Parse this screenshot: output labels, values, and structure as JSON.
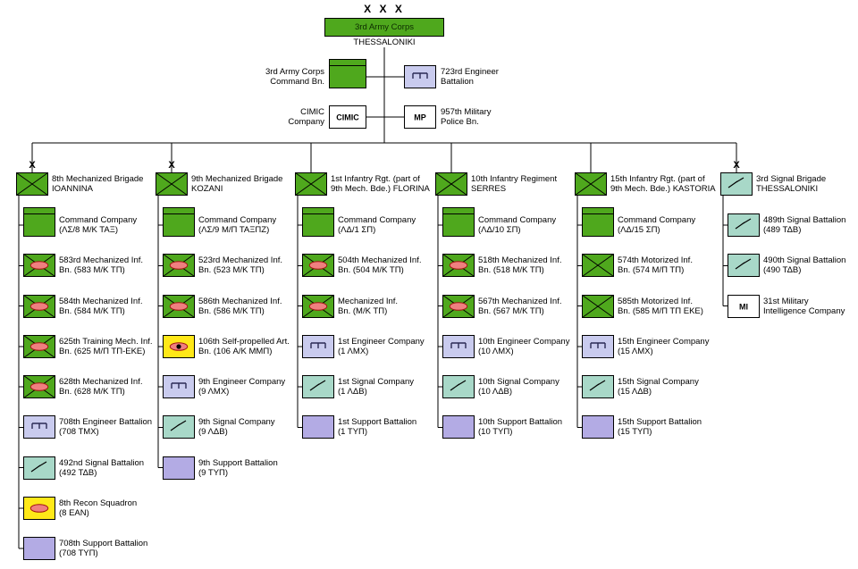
{
  "colors": {
    "green": "#4FA81D",
    "teal": "#A8D8C8",
    "lavender": "#C9CBEE",
    "purple": "#B3ABE4",
    "yellow": "#FFE818",
    "white": "#FFFFFF",
    "track_fill": "#EF7F7F",
    "track_stroke": "#A01212",
    "engineer_symbol": "#2B2B55",
    "line": "#000000"
  },
  "root": {
    "echelon": "X X X",
    "name": "3rd Army Corps",
    "location": "THESSALONIKI"
  },
  "staff": [
    {
      "row": 0,
      "side": "left",
      "type": "hq",
      "label": [
        "3rd Army Corps",
        "Command Bn."
      ]
    },
    {
      "row": 0,
      "side": "right",
      "type": "engineer",
      "label": [
        "723rd Engineer",
        "Battalion"
      ]
    },
    {
      "row": 1,
      "side": "left",
      "type": "textbox",
      "text": "CIMIC",
      "label": [
        "CIMIC",
        "Company"
      ]
    },
    {
      "row": 1,
      "side": "right",
      "type": "textbox",
      "text": "MP",
      "label": [
        "957th Military",
        "Police Bn."
      ]
    }
  ],
  "columns": [
    {
      "echelon": "X",
      "head": {
        "type": "infantry",
        "label": [
          "8th Mechanized Brigade",
          "IOANNINA"
        ]
      },
      "children": [
        {
          "type": "hq",
          "label": [
            "Command Company",
            "(ΛΣ/8 Μ/Κ ΤΑΞ)"
          ]
        },
        {
          "type": "mech",
          "label": [
            "583rd Mechanized Inf.",
            "Bn. (583 Μ/Κ ΤΠ)"
          ]
        },
        {
          "type": "mech",
          "label": [
            "584th Mechanized Inf.",
            "Bn. (584 Μ/Κ ΤΠ)"
          ]
        },
        {
          "type": "mech",
          "label": [
            "625th Training Mech. Inf.",
            "Bn. (625 Μ/Π ΤΠ-ΕΚΕ)"
          ]
        },
        {
          "type": "mech",
          "label": [
            "628th Mechanized Inf.",
            "Bn. (628 Μ/Κ ΤΠ)"
          ]
        },
        {
          "type": "engineer",
          "label": [
            "708th Engineer Battalion",
            "(708 ΤΜΧ)"
          ]
        },
        {
          "type": "signal",
          "label": [
            "492nd Signal Battalion",
            "(492 ΤΔΒ)"
          ]
        },
        {
          "type": "recon",
          "label": [
            "8th Recon Squadron",
            "(8 ΕΑΝ)"
          ]
        },
        {
          "type": "support",
          "label": [
            "708th Support Battalion",
            "(708 ΤΥΠ)"
          ]
        }
      ]
    },
    {
      "echelon": "X",
      "head": {
        "type": "infantry",
        "label": [
          "9th Mechanized Brigade",
          "KOZANI"
        ]
      },
      "children": [
        {
          "type": "hq",
          "label": [
            "Command Company",
            "(ΛΣ/9 Μ/Π ΤΑΞΠΖ)"
          ]
        },
        {
          "type": "mech",
          "label": [
            "523rd Mechanized Inf.",
            "Bn. (523 Μ/Κ ΤΠ)"
          ]
        },
        {
          "type": "mech",
          "label": [
            "586th Mechanized Inf.",
            "Bn. (586 Μ/Κ ΤΠ)"
          ]
        },
        {
          "type": "sp-artillery",
          "label": [
            "106th Self-propelled Art.",
            "Bn. (106 Α/Κ ΜΜΠ)"
          ]
        },
        {
          "type": "engineer",
          "label": [
            "9th Engineer Company",
            "(9 ΛΜΧ)"
          ]
        },
        {
          "type": "signal",
          "label": [
            "9th Signal Company",
            "(9 ΛΔΒ)"
          ]
        },
        {
          "type": "support",
          "label": [
            "9th Support Battalion",
            "(9 ΤΥΠ)"
          ]
        }
      ]
    },
    {
      "echelon": "",
      "head": {
        "type": "infantry",
        "label": [
          "1st Infantry Rgt. (part of",
          "9th Mech. Bde.) FLORINA"
        ]
      },
      "children": [
        {
          "type": "hq",
          "label": [
            "Command Company",
            "(ΛΔ/1 ΣΠ)"
          ]
        },
        {
          "type": "mech",
          "label": [
            "504th Mechanized Inf.",
            "Bn. (504 Μ/Κ ΤΠ)"
          ]
        },
        {
          "type": "mech",
          "label": [
            "Mechanized Inf.",
            "Bn. (Μ/Κ ΤΠ)"
          ]
        },
        {
          "type": "engineer",
          "label": [
            "1st Engineer Company",
            "(1 ΛΜΧ)"
          ]
        },
        {
          "type": "signal",
          "label": [
            "1st Signal Company",
            "(1 ΛΔΒ)"
          ]
        },
        {
          "type": "support",
          "label": [
            "1st Support Battalion",
            "(1 ΤΥΠ)"
          ]
        }
      ]
    },
    {
      "echelon": "",
      "head": {
        "type": "infantry",
        "label": [
          "10th Infantry Regiment",
          "SERRES"
        ]
      },
      "children": [
        {
          "type": "hq",
          "label": [
            "Command Company",
            "(ΛΔ/10 ΣΠ)"
          ]
        },
        {
          "type": "mech",
          "label": [
            "518th Mechanized Inf.",
            "Bn. (518 Μ/Κ ΤΠ)"
          ]
        },
        {
          "type": "mech",
          "label": [
            "567th Mechanized Inf.",
            "Bn. (567 Μ/Κ ΤΠ)"
          ]
        },
        {
          "type": "engineer",
          "label": [
            "10th Engineer Company",
            "(10 ΛΜΧ)"
          ]
        },
        {
          "type": "signal",
          "label": [
            "10th Signal Company",
            "(10 ΛΔΒ)"
          ]
        },
        {
          "type": "support",
          "label": [
            "10th Support Battalion",
            "(10 ΤΥΠ)"
          ]
        }
      ]
    },
    {
      "echelon": "",
      "head": {
        "type": "infantry",
        "label": [
          "15th Infantry Rgt. (part of",
          "9th Mech. Bde.) KASTORIA"
        ]
      },
      "children": [
        {
          "type": "hq",
          "label": [
            "Command Company",
            "(ΛΔ/15 ΣΠ)"
          ]
        },
        {
          "type": "motorized",
          "label": [
            "574th Motorized Inf.",
            "Bn. (574 Μ/Π ΤΠ)"
          ]
        },
        {
          "type": "motorized",
          "label": [
            "585th Motorized Inf.",
            "Bn. (585 Μ/Π ΤΠ ΕΚΕ)"
          ]
        },
        {
          "type": "engineer",
          "label": [
            "15th Engineer Company",
            "(15 ΛΜΧ)"
          ]
        },
        {
          "type": "signal",
          "label": [
            "15th Signal Company",
            "(15 ΛΔΒ)"
          ]
        },
        {
          "type": "support",
          "label": [
            "15th Support Battalion",
            "(15 ΤΥΠ)"
          ]
        }
      ]
    },
    {
      "echelon": "X",
      "head": {
        "type": "signal",
        "label": [
          "3rd Signal Brigade",
          "THESSALONIKI"
        ]
      },
      "children": [
        {
          "type": "signal",
          "label": [
            "489th Signal Battalion",
            "(489 ΤΔΒ)"
          ]
        },
        {
          "type": "signal",
          "label": [
            "490th Signal Battalion",
            "(490 ΤΔΒ)"
          ]
        },
        {
          "type": "textbox",
          "text": "MI",
          "label": [
            "31st Military",
            "Intelligence Company"
          ]
        }
      ]
    }
  ]
}
